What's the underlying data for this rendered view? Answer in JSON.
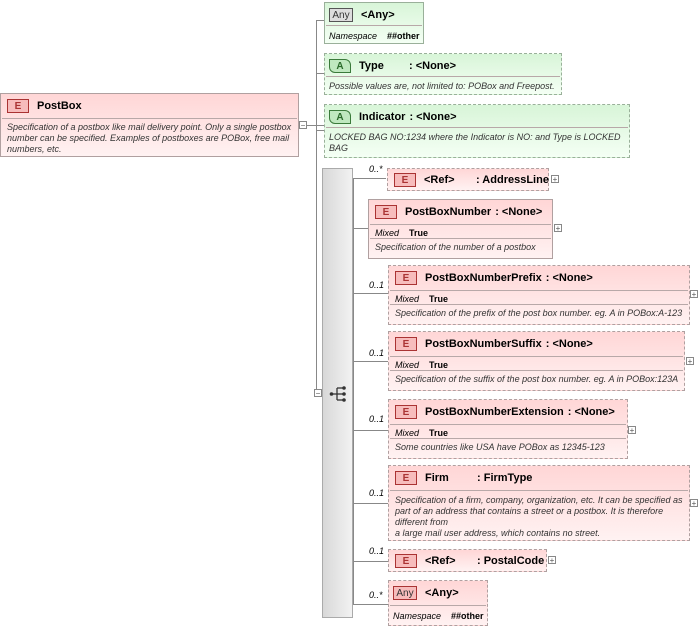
{
  "root": {
    "badge": "E",
    "name": "PostBox",
    "doc": "Specification of a postbox like mail delivery point. Only a single postbox number can be specified. Examples of postboxes are POBox, free mail numbers, etc."
  },
  "attr_any": {
    "badge": "Any",
    "name": "<Any>",
    "prop_label": "Namespace",
    "prop_value": "##other"
  },
  "attr_type": {
    "badge": "A",
    "name": "Type",
    "type": ": <None>",
    "doc": "Possible values are, not limited to: POBox and Freepost."
  },
  "attr_indicator": {
    "badge": "A",
    "name": "Indicator",
    "type": ": <None>",
    "doc": "LOCKED BAG NO:1234 where the Indicator is NO: and Type is LOCKED BAG"
  },
  "children": [
    {
      "card": "0..*",
      "badge": "E",
      "name": "<Ref>",
      "type": ": AddressLine"
    },
    {
      "card": "",
      "badge": "E",
      "name": "PostBoxNumber",
      "type": ": <None>",
      "prop_label": "Mixed",
      "prop_value": "True",
      "doc": "Specification of the number of a postbox"
    },
    {
      "card": "0..1",
      "badge": "E",
      "name": "PostBoxNumberPrefix",
      "type": ": <None>",
      "prop_label": "Mixed",
      "prop_value": "True",
      "doc": "Specification of the prefix of the post box number. eg. A in POBox:A-123"
    },
    {
      "card": "0..1",
      "badge": "E",
      "name": "PostBoxNumberSuffix",
      "type": ": <None>",
      "prop_label": "Mixed",
      "prop_value": "True",
      "doc": "Specification of the suffix of the post box number. eg. A in POBox:123A"
    },
    {
      "card": "0..1",
      "badge": "E",
      "name": "PostBoxNumberExtension",
      "type": ": <None>",
      "prop_label": "Mixed",
      "prop_value": "True",
      "doc": "Some countries like USA have POBox as 12345-123"
    },
    {
      "card": "0..1",
      "badge": "E",
      "name": "Firm",
      "type": ": FirmType",
      "doc": "Specification of a firm, company, organization, etc. It can be specified as part of an address that contains a street or a postbox. It is therefore different from\na large mail user address, which contains no street."
    },
    {
      "card": "0..1",
      "badge": "E",
      "name": "<Ref>",
      "type": ": PostalCode"
    },
    {
      "card": "0..*",
      "badge": "Any",
      "name": "<Any>",
      "prop_label": "Namespace",
      "prop_value": "##other"
    }
  ],
  "colors": {
    "element_fill": "#ffd6d6",
    "attribute_fill": "#d8f5d8",
    "element_border": "#b0a0a0",
    "attribute_border": "#9ab09a",
    "badge_red": "#a33"
  }
}
